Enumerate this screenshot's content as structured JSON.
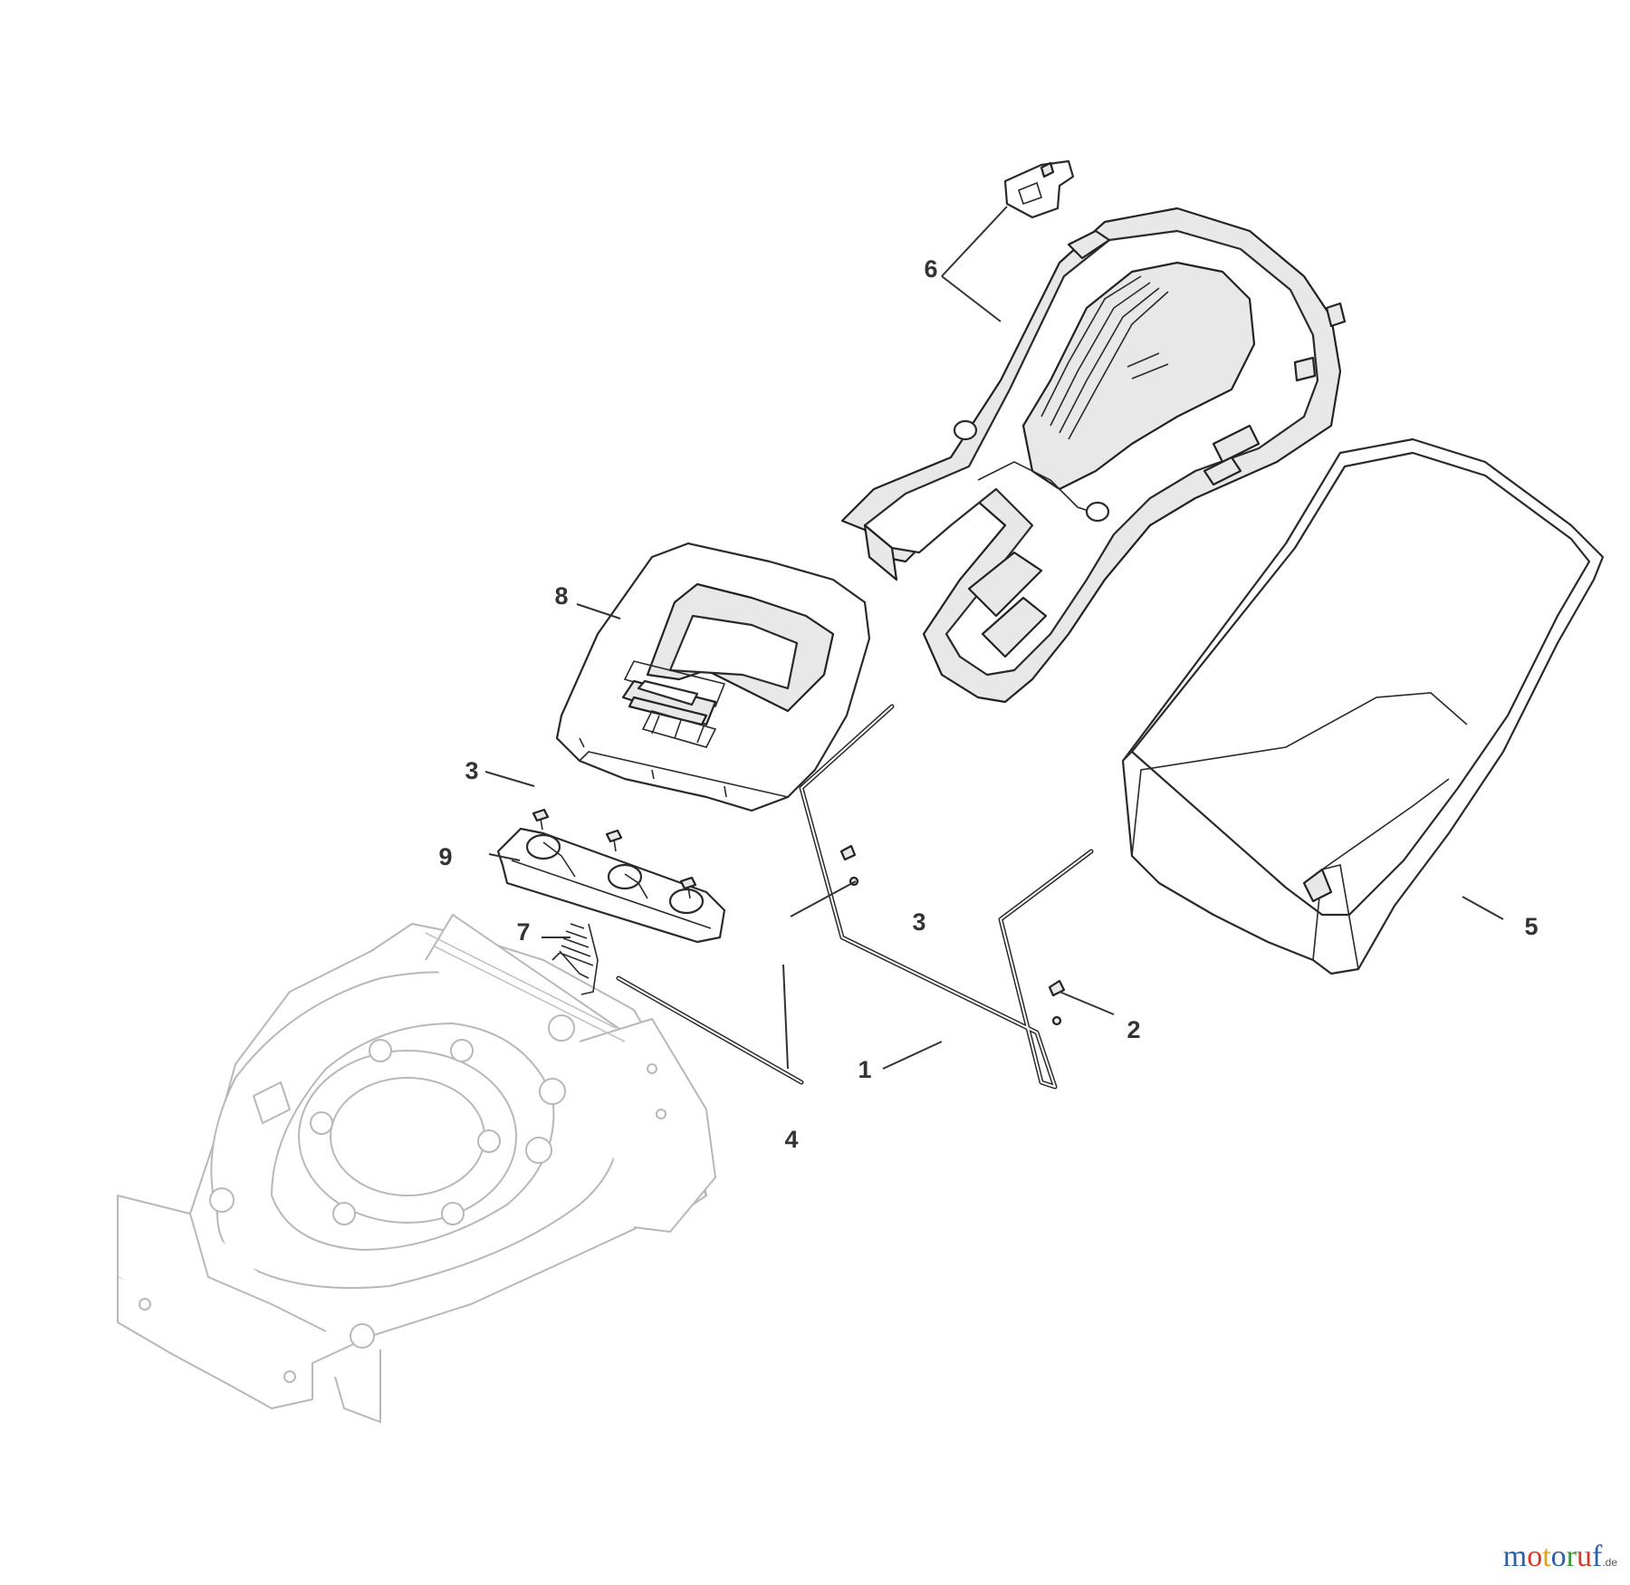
{
  "callouts": [
    "1",
    "2",
    "3",
    "3",
    "4",
    "5",
    "6",
    "7",
    "8",
    "9"
  ],
  "watermark": {
    "letters": [
      "m",
      "o",
      "t",
      "o",
      "r",
      "u",
      "f"
    ],
    "letter_colors": [
      "#2f5fa8",
      "#d43a2a",
      "#e2a21b",
      "#2f5fa8",
      "#3a9a3a",
      "#d43a2a",
      "#2f5fa8"
    ],
    "suffix": ".de"
  },
  "colors": {
    "line": "#2a2a2a",
    "faint": "#b8b8b8",
    "callout": "#333333"
  }
}
